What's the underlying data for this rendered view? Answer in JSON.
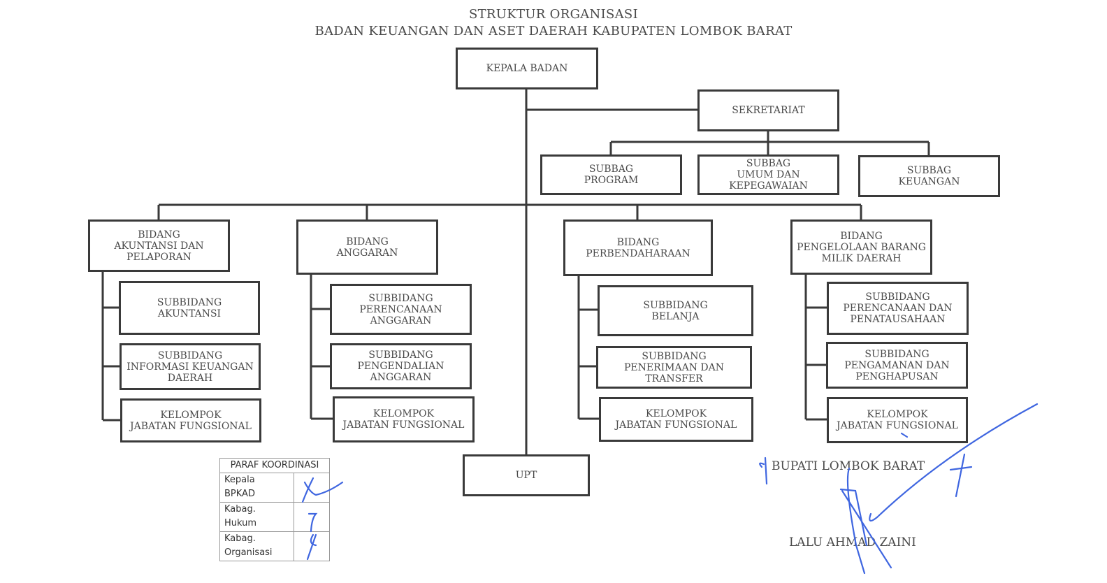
{
  "title": {
    "line1": "STRUKTUR ORGANISASI",
    "line2": "BADAN KEUANGAN DAN ASET DAERAH KABUPATEN LOMBOK BARAT"
  },
  "org": {
    "kepala": "KEPALA BADAN",
    "sekretariat": "SEKRETARIAT",
    "subbag": [
      "SUBBAG\nPROGRAM",
      "SUBBAG\nUMUM DAN\nKEPEGAWAIAN",
      "SUBBAG\nKEUANGAN"
    ],
    "bidang": [
      {
        "name": "BIDANG\nAKUNTANSI DAN\nPELAPORAN",
        "subs": [
          "SUBBIDANG\nAKUNTANSI",
          "SUBBIDANG\nINFORMASI KEUANGAN\nDAERAH",
          "KELOMPOK\nJABATAN FUNGSIONAL"
        ]
      },
      {
        "name": "BIDANG\nANGGARAN",
        "subs": [
          "SUBBIDANG\nPERENCANAAN\nANGGARAN",
          "SUBBIDANG\nPENGENDALIAN\nANGGARAN",
          "KELOMPOK\nJABATAN FUNGSIONAL"
        ]
      },
      {
        "name": "BIDANG\nPERBENDAHARAAN",
        "subs": [
          "SUBBIDANG\nBELANJA",
          "SUBBIDANG\nPENERIMAAN DAN\nTRANSFER",
          "KELOMPOK\nJABATAN FUNGSIONAL"
        ]
      },
      {
        "name": "BIDANG\nPENGELOLAAN BARANG\nMILIK DAERAH",
        "subs": [
          "SUBBIDANG\nPERENCANAAN DAN\nPENATAUSAHAAN",
          "SUBBIDANG\nPENGAMANAN DAN\nPENGHAPUSAN",
          "KELOMPOK\nJABATAN FUNGSIONAL"
        ]
      }
    ],
    "upt": "UPT"
  },
  "paraf": {
    "header": "PARAF KOORDINASI",
    "rows": [
      "Kepala\nBPKAD",
      "Kabag.\nHukum",
      "Kabag.\nOrganisasi"
    ]
  },
  "signature": {
    "title": "BUPATI LOMBOK BARAT",
    "name": "LALU AHMAD ZAINI"
  },
  "colors": {
    "ink": "#3f66e0",
    "line": "#3a3a3a"
  }
}
